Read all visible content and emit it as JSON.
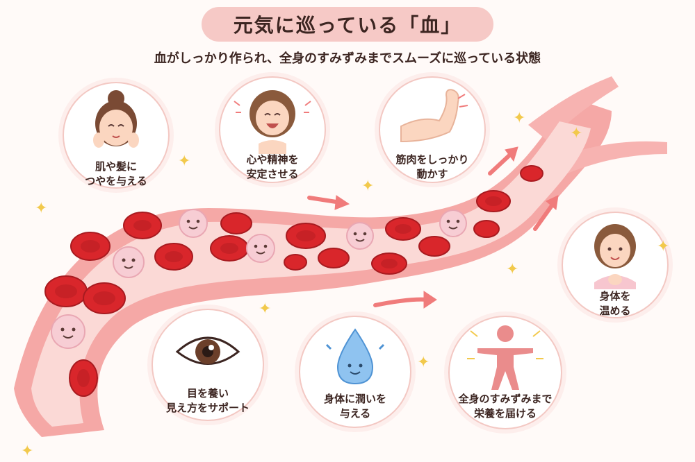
{
  "title": "元気に巡っている「血」",
  "subtitle": "血がしっかり作られ、全身のすみずみまでスムーズに巡っている状態",
  "cards": [
    {
      "line1": "肌や髪に",
      "line2": "つやを与える"
    },
    {
      "line1": "心や精神を",
      "line2": "安定させる"
    },
    {
      "line1": "筋肉をしっかり",
      "line2": "動かす"
    },
    {
      "line1": "身体を",
      "line2": "温める"
    },
    {
      "line1": "目を養い",
      "line2": "見え方をサポート"
    },
    {
      "line1": "身体に潤いを",
      "line2": "与える"
    },
    {
      "line1": "全身のすみずみまで",
      "line2": "栄養を届ける"
    }
  ],
  "icons": [
    "smiling-woman-icon",
    "laughing-woman-icon",
    "flexed-arm-icon",
    "warm-woman-icon",
    "eye-icon",
    "water-drop-icon",
    "body-figure-icon"
  ],
  "colors": {
    "vessel": "#f29a9a",
    "vessel_inner": "#fbd3d0",
    "red_cell": "#d9262b",
    "white_cell": "#f7c6cf",
    "accent": "#f6c9c6",
    "arrow": "#f07b7b",
    "sparkle": "#f2c94c"
  }
}
